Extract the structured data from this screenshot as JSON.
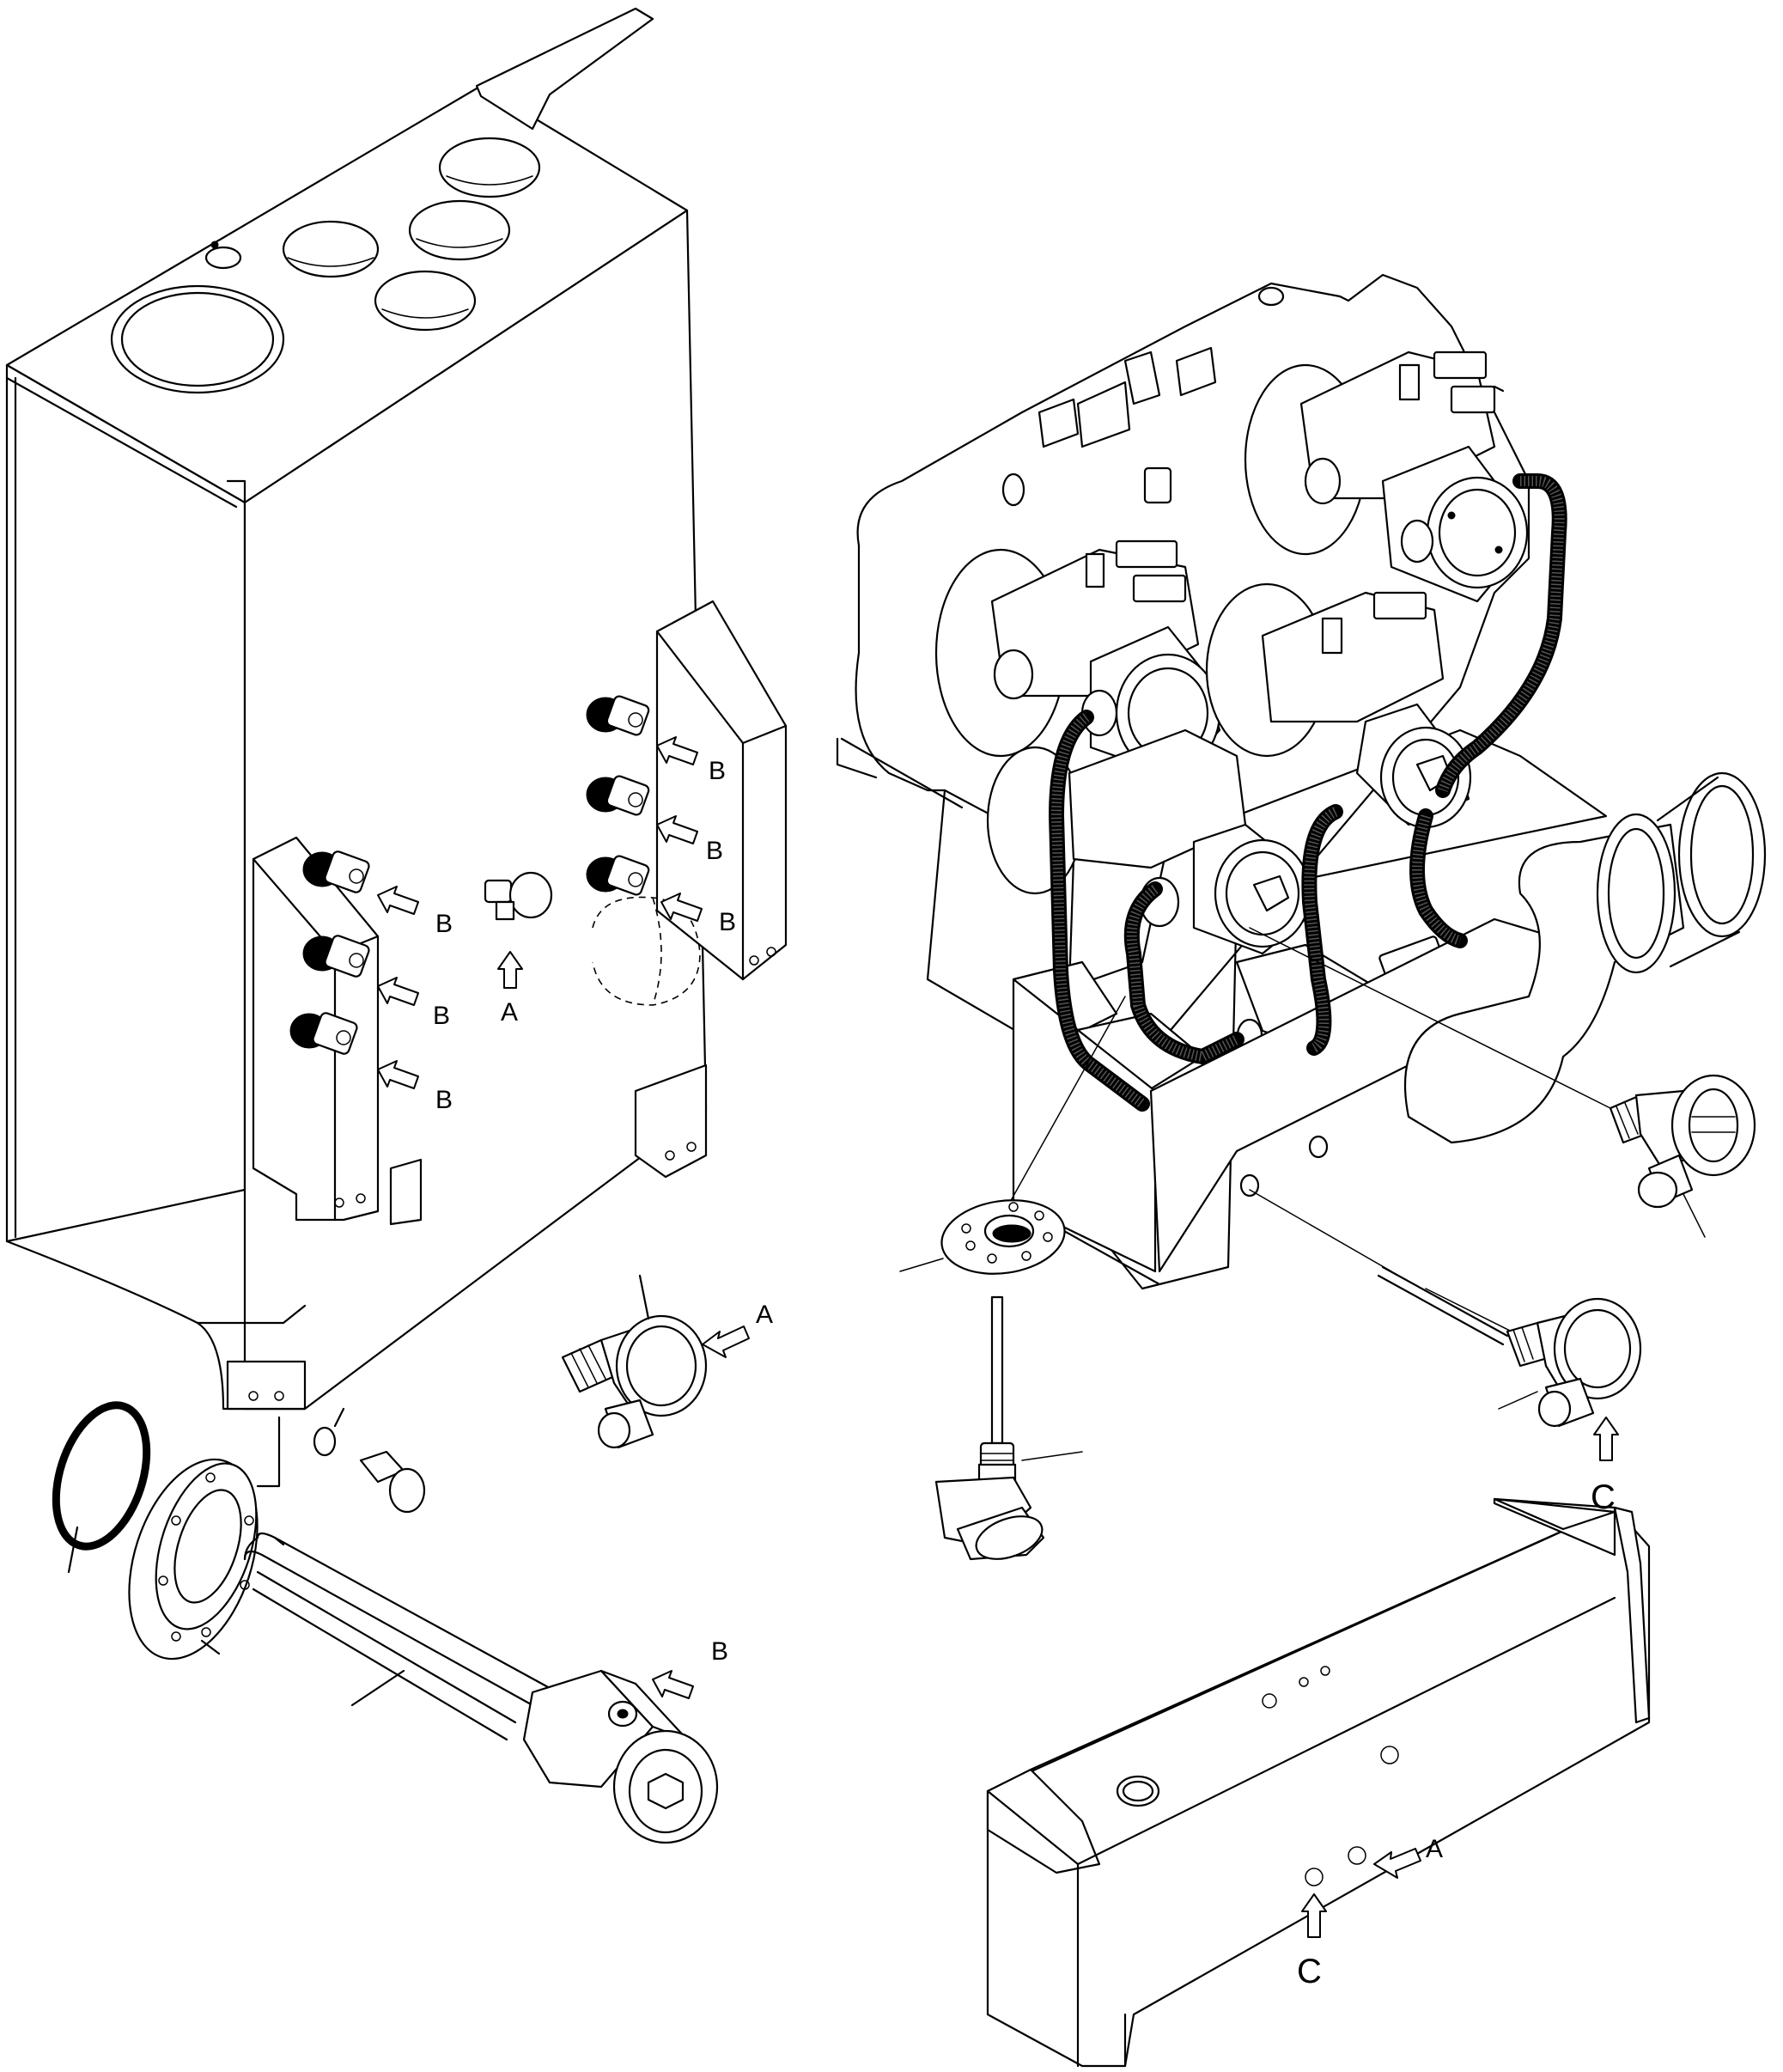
{
  "callouts": {
    "b_tank_right_1": "B",
    "b_tank_right_2": "B",
    "b_tank_right_3": "B",
    "b_tank_left_1": "B",
    "b_tank_left_2": "B",
    "b_tank_left_3": "B",
    "a_tank": "A",
    "a_detail": "A",
    "b_heater": "B",
    "c_detail": "C",
    "a_lower_tank": "A",
    "c_lower_tank": "C"
  }
}
